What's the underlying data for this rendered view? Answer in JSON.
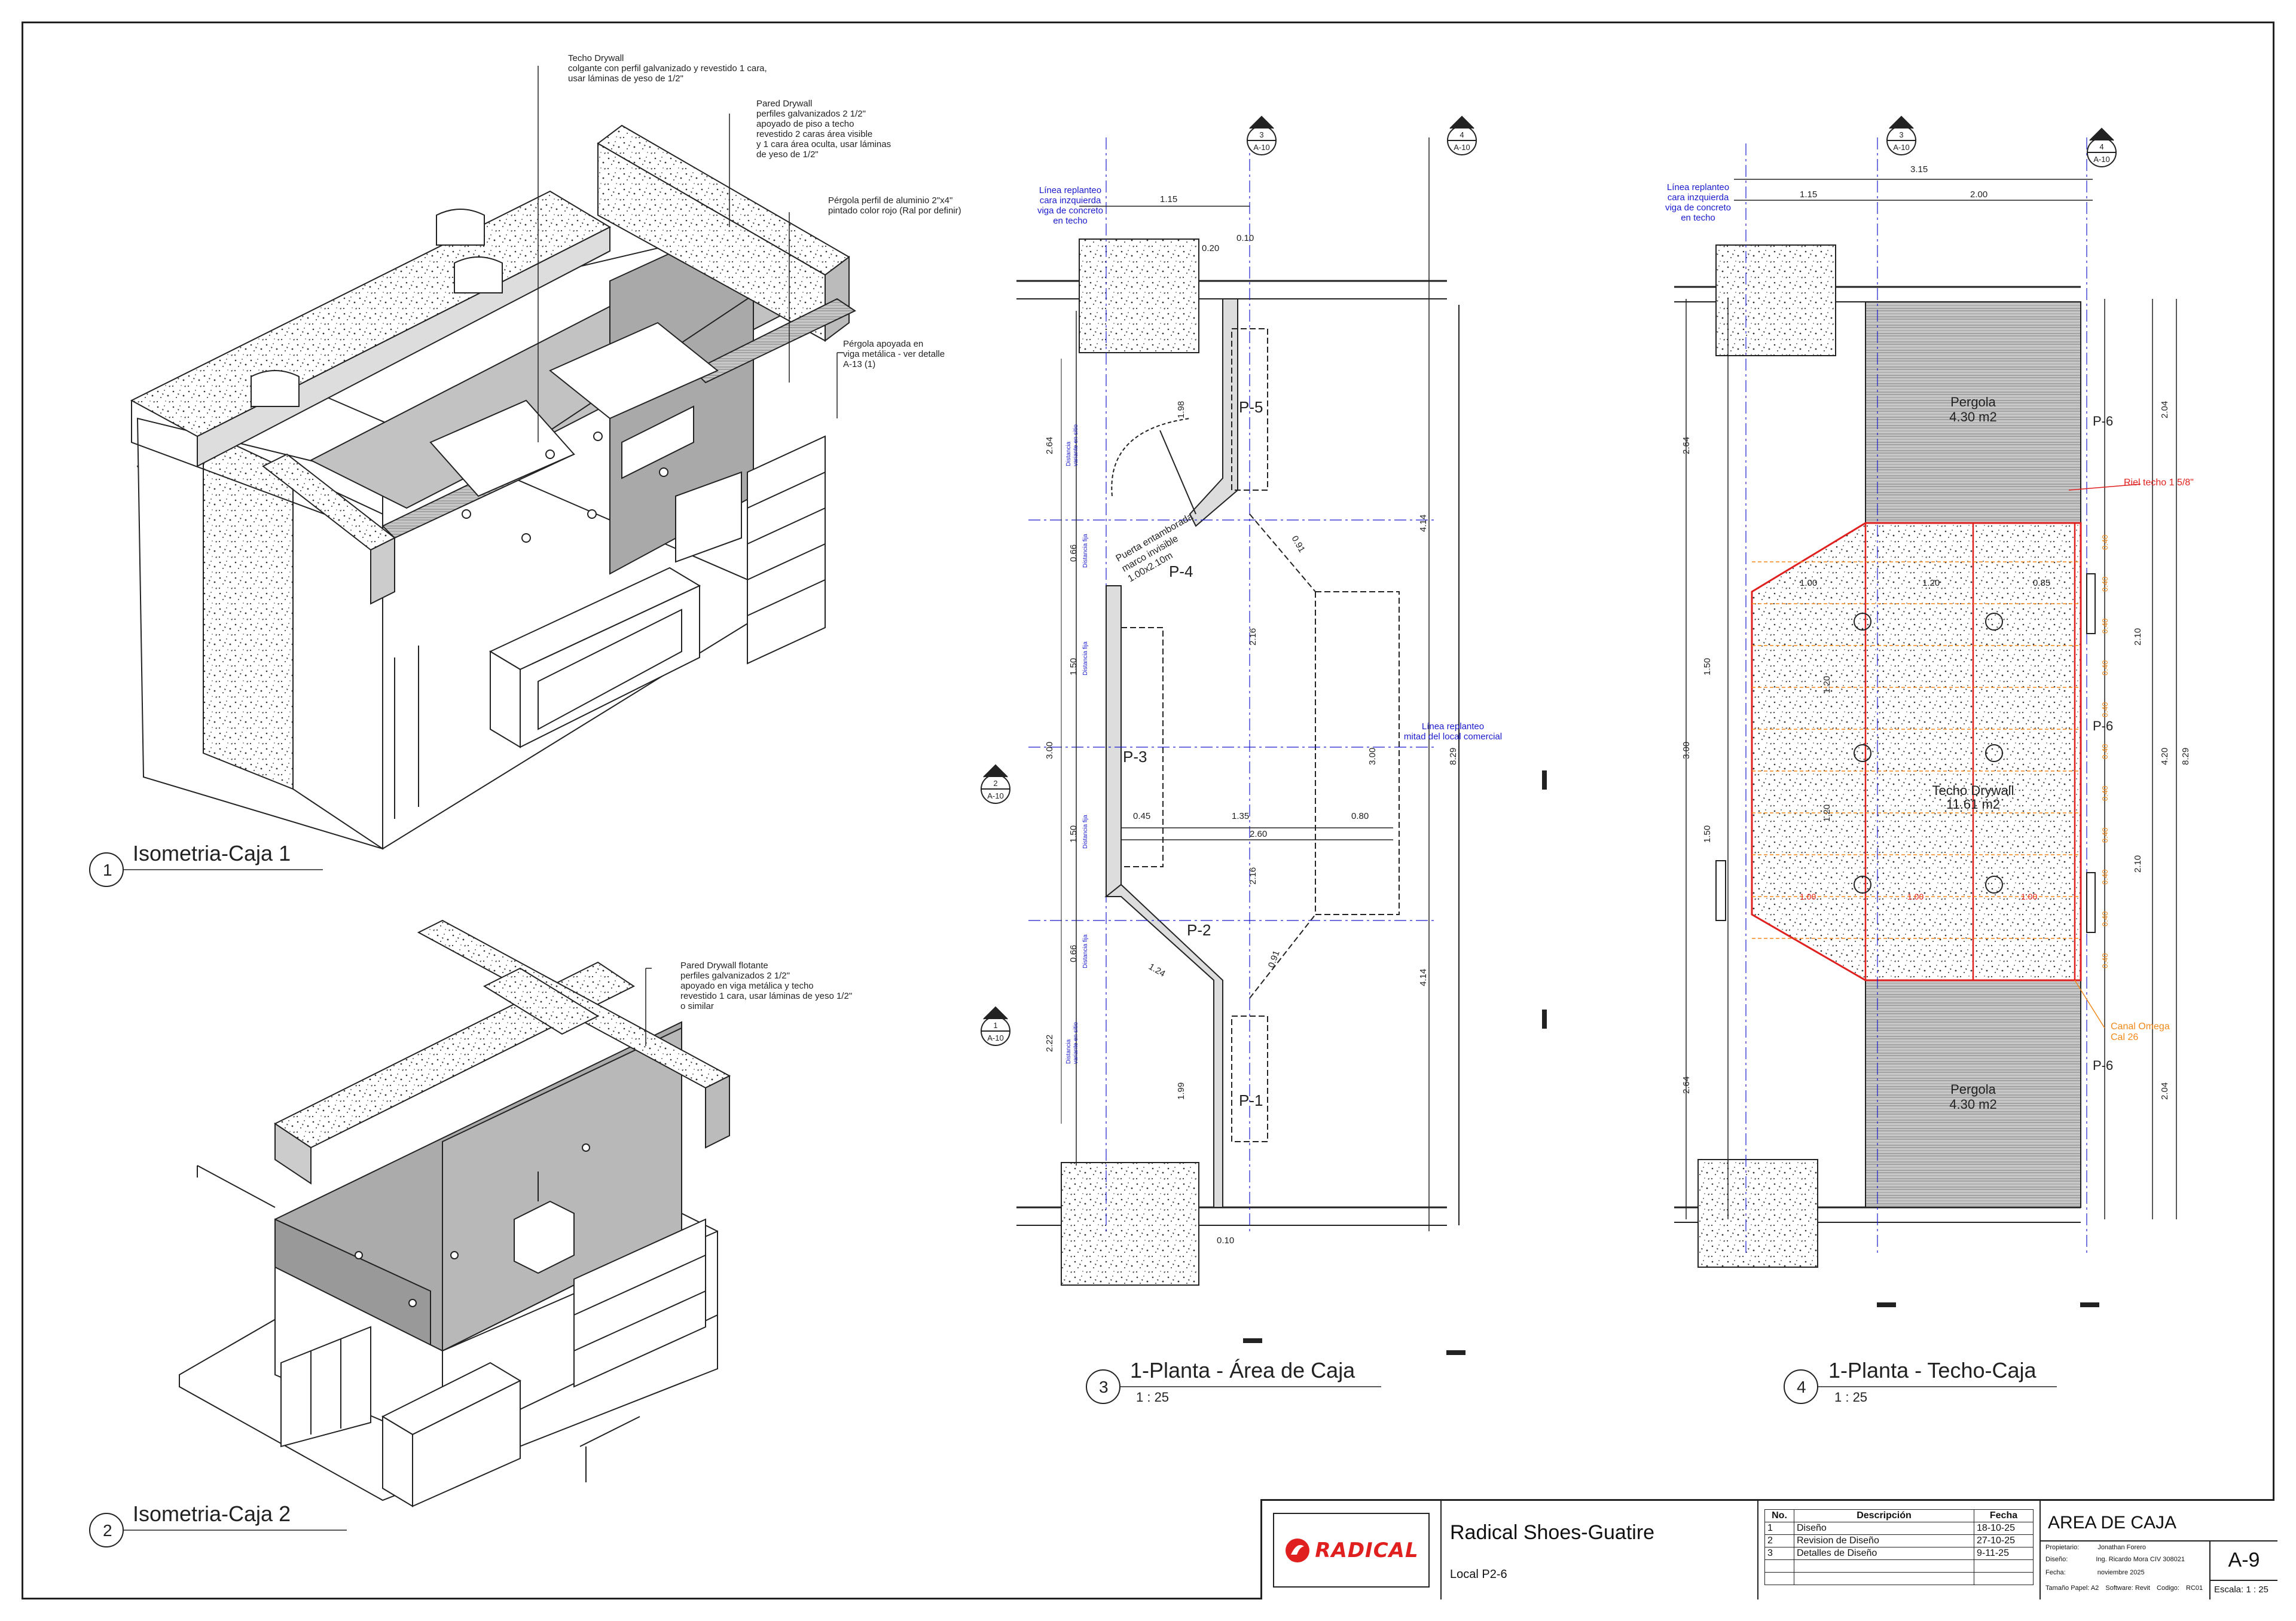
{
  "views": {
    "iso1": {
      "number": "1",
      "title": "Isometria-Caja 1"
    },
    "iso2": {
      "number": "2",
      "title": "Isometria-Caja 2"
    },
    "plan3": {
      "number": "3",
      "title": "1-Planta - Área de Caja",
      "scale": "1 : 25"
    },
    "plan4": {
      "number": "4",
      "title": "1-Planta - Techo-Caja",
      "scale": "1 : 25"
    }
  },
  "notes_iso1": {
    "techo": [
      "Techo Drywall",
      "colgante con perfil galvanizado y revestido 1 cara,",
      "usar láminas de yeso de 1/2\""
    ],
    "pared": [
      "Pared Drywall",
      "perfiles galvanizados 2 1/2\"",
      "apoyado de piso a techo",
      "revestido 2 caras área visible",
      "y 1 cara área oculta, usar láminas",
      "de yeso de 1/2\""
    ],
    "pergola": [
      "Pérgola perfil de aluminio 2\"x4\"",
      "pintado color rojo (Ral por definir)"
    ],
    "pergola_apoyada": [
      "Pérgola apoyada en",
      "viga metálica - ver detalle",
      "A-13 (1)"
    ]
  },
  "notes_iso2": {
    "pared_flotante": [
      "Pared Drywall flotante",
      "perfiles galvanizados 2 1/2\"",
      "apoyado en viga metálica y techo",
      "revestido 1 cara, usar láminas de yeso 1/2\"",
      "o similar"
    ]
  },
  "plan3": {
    "note_replanteo": [
      "Línea replanteo",
      "cara inzquierda",
      "viga de concreto",
      "en techo"
    ],
    "note_mitad": [
      "Línea replanteo",
      "mitad del local comercial"
    ],
    "door": [
      "Puerta entamborada",
      "marco invisible",
      "1.00x2.10m"
    ],
    "panels": [
      "P-5",
      "P-4",
      "P-3",
      "P-2",
      "P-1"
    ],
    "dims": {
      "top": "1.15",
      "d020": "0.20",
      "d010": "0.10",
      "d010b": "0.10",
      "d198": "1.98",
      "d091": "0.91",
      "d216": "2.16",
      "d216b": "2.16",
      "d045": "0.45",
      "d135": "1.35",
      "d080": "0.80",
      "d260": "2.60",
      "d091b": "0.91",
      "d124": "1.24",
      "d199": "1.99",
      "d300": "3.00",
      "left264": "2.64",
      "left066": "0.66",
      "left150": "1.50",
      "left300": "3.00",
      "left150b": "1.50",
      "left066b": "0.66",
      "left222": "2.22",
      "right414": "4.14",
      "right414b": "4.14",
      "right829": "8.29"
    },
    "side_notes": {
      "variante_a": [
        "Distancia",
        "variante en sitio"
      ],
      "fija": "Distancia fija",
      "variante_b": [
        "Distancia",
        "variante en sitio"
      ]
    },
    "markers": [
      {
        "num": "3",
        "sheet": "A-10"
      },
      {
        "num": "4",
        "sheet": "A-10"
      },
      {
        "num": "2",
        "sheet": "A-10"
      },
      {
        "num": "1",
        "sheet": "A-10"
      }
    ]
  },
  "plan4": {
    "note_replanteo": [
      "Línea replanteo",
      "cara inzquierda",
      "viga de concreto",
      "en techo"
    ],
    "pergola_top": [
      "Pergola",
      "4.30 m2"
    ],
    "pergola_bottom": [
      "Pergola",
      "4.30 m2"
    ],
    "techo": [
      "Techo Drywall",
      "11.61 m2"
    ],
    "riel": "Riel techo 1 5/8\"",
    "canal": [
      "Canal Omega",
      "Cal 26"
    ],
    "p6": "P-6",
    "dims": {
      "top315": "3.15",
      "top115": "1.15",
      "top200": "2.00",
      "d100": "1.00",
      "d120": "1.20",
      "d085": "0.85",
      "v120": "1.20",
      "v120b": "1.20",
      "b100": "1.00",
      "b100b": "1.00",
      "b100c": "1.00",
      "r204": "2.04",
      "r210": "2.10",
      "r420": "4.20",
      "r210b": "2.10",
      "r204b": "2.04",
      "r829": "8.29",
      "l264": "2.64",
      "l150": "1.50",
      "l300": "3.00",
      "l150b": "1.50",
      "l264b": "2.64",
      "o040": "0.40"
    },
    "markers": [
      {
        "num": "3",
        "sheet": "A-10"
      },
      {
        "num": "4",
        "sheet": "A-10"
      }
    ]
  },
  "title_block": {
    "logo": "RADICAL",
    "project": "Radical Shoes-Guatire",
    "location": "Local P2-6",
    "rev_headers": [
      "No.",
      "Descripción",
      "Fecha"
    ],
    "revisions": [
      [
        "1",
        "Diseño",
        "18-10-25"
      ],
      [
        "2",
        "Revision de Diseño",
        "27-10-25"
      ],
      [
        "3",
        "Detalles de Diseño",
        "9-11-25"
      ]
    ],
    "sheet_title": "AREA DE CAJA",
    "propietario_label": "Propietario:",
    "propietario": "Jonathan Forero",
    "diseno_label": "Diseño:",
    "diseno": "Ing. Ricardo Mora CIV 308021",
    "fecha_label": "Fecha:",
    "fecha": "noviembre 2025",
    "papel": "Tamaño Papel: A2",
    "software": "Software: Revit",
    "codigo_label": "Codigo:",
    "codigo": "RC01",
    "sheet_number": "A-9",
    "escala": "Escala: 1 : 25"
  },
  "colors": {
    "line": "#222222",
    "blue_note": "#1a1acc",
    "red_rail": "#e0201f",
    "orange_grid": "#f0891a",
    "gray_fill": "#b4b4b4"
  }
}
